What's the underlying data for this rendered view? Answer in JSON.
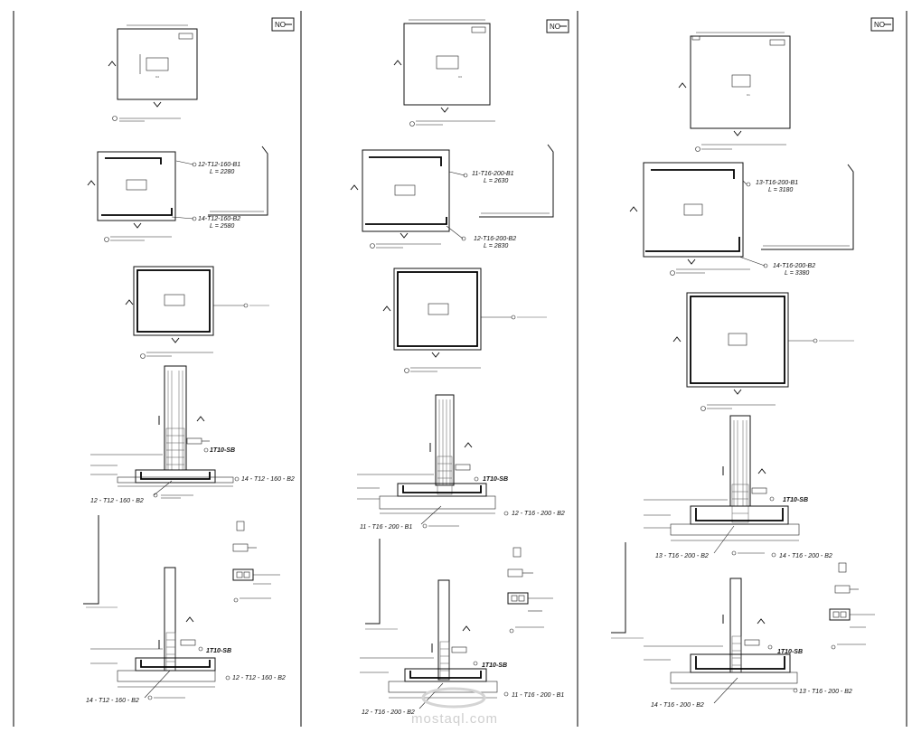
{
  "panels": [
    {
      "stamp": "NO",
      "column_label": "C4",
      "bottom_bar": {
        "callout": "12-T12-160-B1",
        "length": "L = 2280"
      },
      "top_bar": {
        "callout": "14-T12-160-B2",
        "length": "L = 2580"
      },
      "section1": {
        "stirrup": "1T10-SB",
        "right_callout": "14 - T12 - 160 - B2",
        "left_callout": "12 - T12 - 160 - B2"
      },
      "section2": {
        "stirrup": "1T10-SB",
        "right_callout": "12 - T12 - 160 - B2",
        "left_callout": "14 - T12 - 160 - B2"
      }
    },
    {
      "stamp": "NO",
      "column_label": "C3",
      "bottom_bar": {
        "callout": "11-T16-200-B1",
        "length": "L = 2630"
      },
      "top_bar": {
        "callout": "12-T16-200-B2",
        "length": "L = 2830"
      },
      "section1": {
        "stirrup": "1T10-SB",
        "right_callout": "12 - T16 - 200 - B2",
        "left_callout": "11 - T16 - 200 - B1"
      },
      "section2": {
        "stirrup": "1T10-SB",
        "right_callout": "11 - T16 - 200 - B1",
        "left_callout": "12 - T16 - 200 - B2"
      }
    },
    {
      "stamp": "NO",
      "column_label": "C1",
      "bottom_bar": {
        "callout": "13-T16-200-B1",
        "length": "L = 3180"
      },
      "top_bar": {
        "callout": "14-T16-200-B2",
        "length": "L = 3380"
      },
      "section1": {
        "stirrup": "1T10-SB",
        "right_callout": "14 - T16 - 200 - B2",
        "left_callout": "13 - T16 - 200 - B2"
      },
      "section2": {
        "stirrup": "1T10-SB",
        "right_callout": "13 - T16 - 200 - B2",
        "left_callout": "14 - T16 - 200 - B2"
      }
    }
  ],
  "watermark": "mostaql.com"
}
